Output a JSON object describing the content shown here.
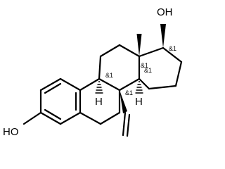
{
  "atom_labels": {
    "oh_top": "OH",
    "ho_left": "HO",
    "h_c9": "H",
    "h_c14": "H"
  },
  "stereo_labels": {
    "c13": "&1",
    "c17": "&1",
    "c9": "&1",
    "c8": "&1",
    "c14": "&1"
  }
}
